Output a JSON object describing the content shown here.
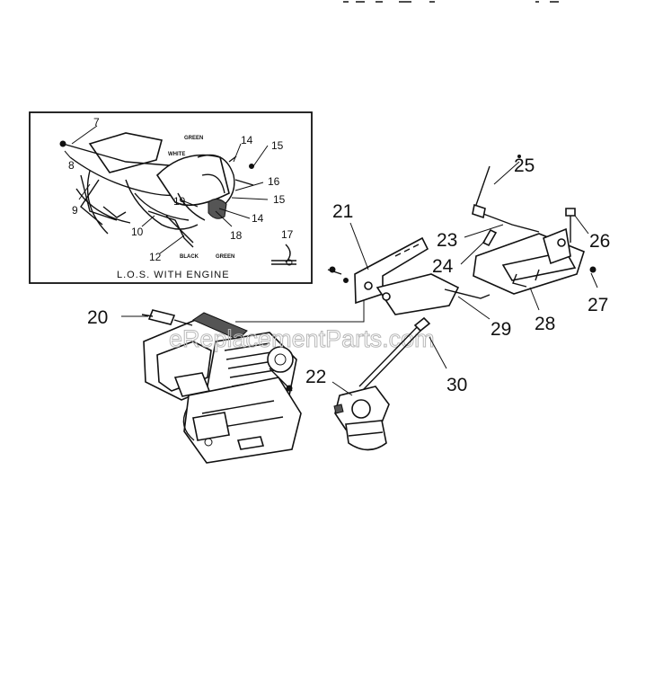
{
  "inset": {
    "caption": "L.O.S. WITH ENGINE",
    "callouts": [
      "7",
      "8",
      "9",
      "10",
      "12",
      "14",
      "15",
      "16",
      "15",
      "14",
      "17",
      "18",
      "19"
    ],
    "wire_labels": [
      "GREEN",
      "WHITE",
      "BLACK",
      "GREEN"
    ]
  },
  "callouts": {
    "c20": "20",
    "c21": "21",
    "c22": "22",
    "c23": "23",
    "c24": "24",
    "c25": "25",
    "c26": "26",
    "c27": "27",
    "c28": "28",
    "c29": "29",
    "c30": "30"
  },
  "watermark": "eReplacementParts.com"
}
